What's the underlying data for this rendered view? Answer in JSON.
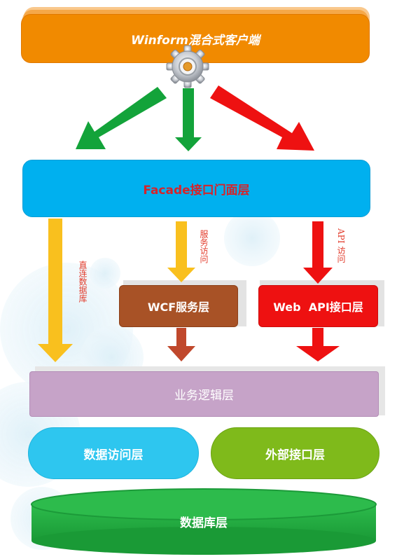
{
  "layers": {
    "client": {
      "label": "Winform混合式客户端"
    },
    "facade": {
      "label": "Facade接口门面层"
    },
    "wcf": {
      "label": "WCF服务层"
    },
    "webapi": {
      "label": "Web  API接口层"
    },
    "business": {
      "label": "业务逻辑层"
    },
    "data_access": {
      "label": "数据访问层"
    },
    "external": {
      "label": "外部接口层"
    },
    "database": {
      "label": "数据库层"
    }
  },
  "connections": {
    "direct_db": {
      "label": "直连数据库"
    },
    "service_access": {
      "label": "服务访问"
    },
    "api_access": {
      "label": "API 访问"
    }
  },
  "colors": {
    "client_bg": "#f18a00",
    "facade_bg": "#00b0ef",
    "wcf_bg": "#a85226",
    "webapi_bg": "#ee1111",
    "business_bg": "#c6a3c8",
    "data_access_bg": "#2ec6ef",
    "external_bg": "#7fba1b",
    "database_bg": "#21a83d",
    "green_arrow": "#13a33a",
    "red_arrow": "#ee1111",
    "yellow_arrow": "#f9c01e",
    "brown_arrow": "#c0482c"
  },
  "icons": {
    "gear": "gear-icon"
  }
}
